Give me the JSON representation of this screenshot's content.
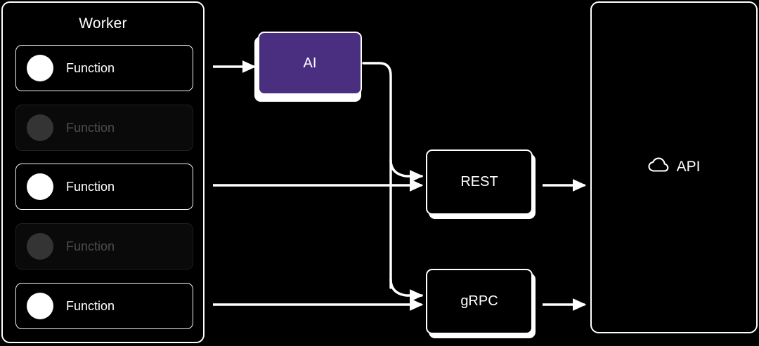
{
  "worker": {
    "title": "Worker",
    "functions": [
      {
        "label": "Function",
        "state": "active"
      },
      {
        "label": "Function",
        "state": "dim"
      },
      {
        "label": "Function",
        "state": "active"
      },
      {
        "label": "Function",
        "state": "dim"
      },
      {
        "label": "Function",
        "state": "active"
      }
    ]
  },
  "nodes": {
    "ai": {
      "label": "AI",
      "color": "#4a2f81"
    },
    "rest": {
      "label": "REST",
      "color": "#000000"
    },
    "grpc": {
      "label": "gRPC",
      "color": "#000000"
    }
  },
  "api": {
    "label": "API",
    "icon": "cloud-icon"
  },
  "colors": {
    "background": "#000000",
    "stroke": "#ffffff",
    "accent": "#4a2f81",
    "dim_fill": "#343434",
    "dim_text": "#4d4d4d"
  }
}
